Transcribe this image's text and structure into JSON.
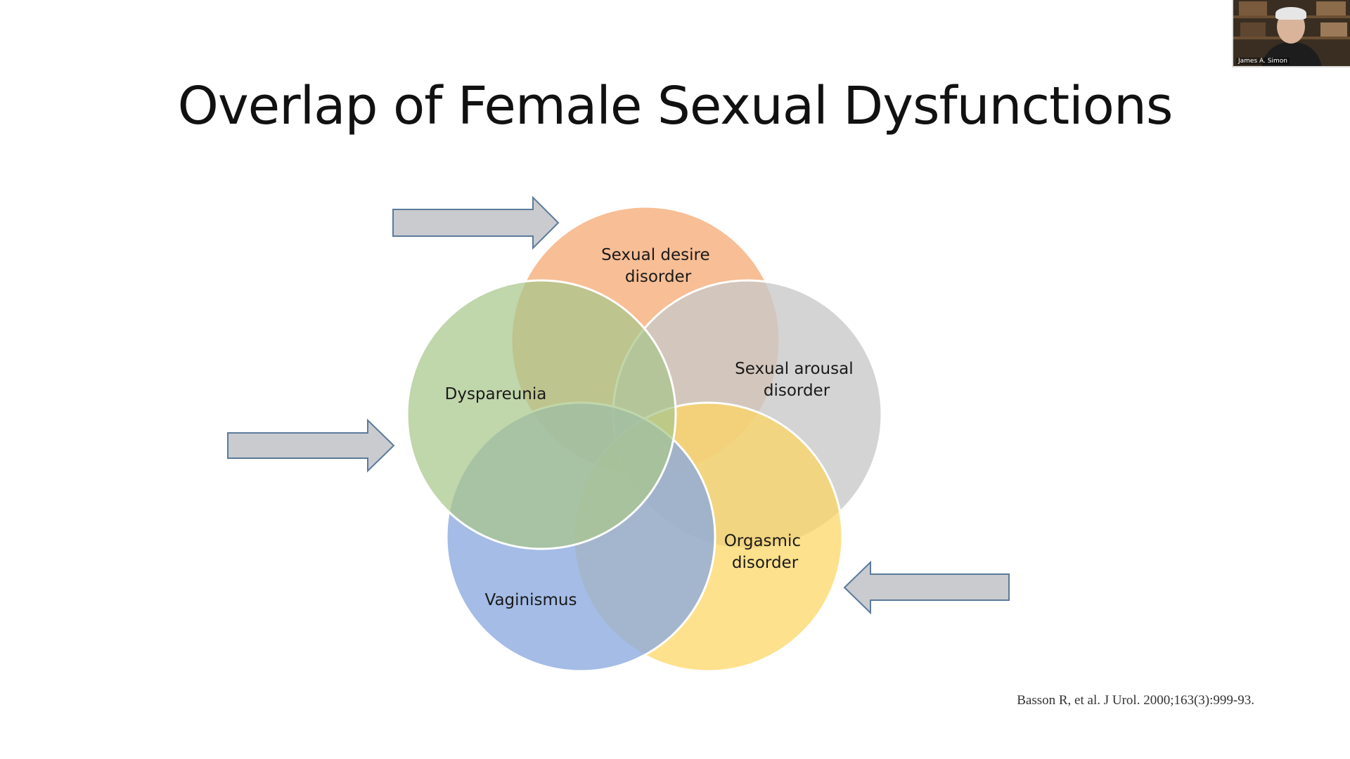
{
  "slide": {
    "title": "Overlap of Female Sexual Dysfunctions",
    "citation": "Basson R, et al. J Urol. 2000;163(3):999-93."
  },
  "venn": {
    "circles": [
      {
        "name": "sexual-desire",
        "lines": [
          "Sexual desire",
          "disorder"
        ],
        "color": "#f7b07e"
      },
      {
        "name": "sexual-arousal",
        "lines": [
          "Sexual arousal",
          "disorder"
        ],
        "color": "#c8c8c8"
      },
      {
        "name": "orgasmic",
        "lines": [
          "Orgasmic",
          "disorder"
        ],
        "color": "#fed55f"
      },
      {
        "name": "vaginismus",
        "lines": [
          "Vaginismus"
        ],
        "color": "#8ba9df"
      },
      {
        "name": "dyspareunia",
        "lines": [
          "Dyspareunia"
        ],
        "color": "#a7c68a"
      }
    ],
    "arrow_color": "#c9cbcf",
    "arrow_outline": "#5c7a9c"
  },
  "webcam": {
    "name": "James A. Simon"
  }
}
